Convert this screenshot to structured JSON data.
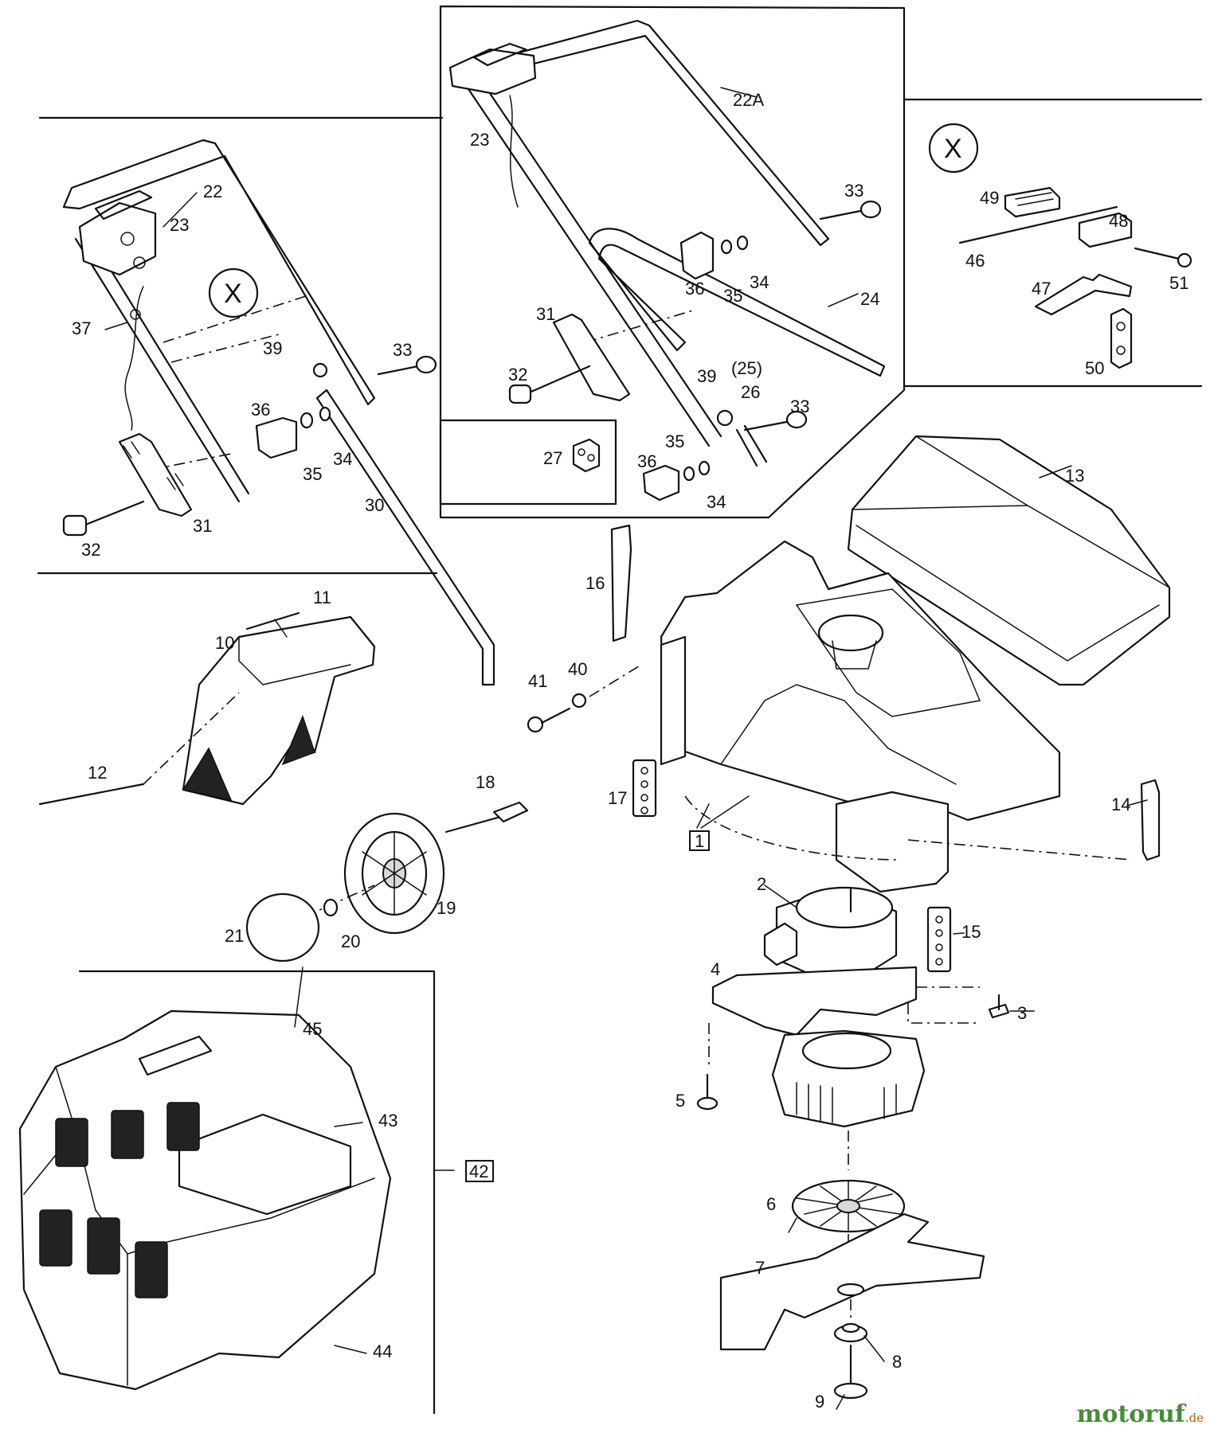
{
  "diagram": {
    "labels": {
      "p1": "1",
      "p2": "2",
      "p3": "3",
      "p4": "4",
      "p5": "5",
      "p6": "6",
      "p7": "7",
      "p8": "8",
      "p9": "9",
      "p10": "10",
      "p11": "11",
      "p12": "12",
      "p13": "13",
      "p14": "14",
      "p15": "15",
      "p16": "16",
      "p17": "17",
      "p18": "18",
      "p19": "19",
      "p20": "20",
      "p21": "21",
      "p22": "22",
      "p22a": "22A",
      "p23a": "23",
      "p23b": "23",
      "p24": "24",
      "p25": "(25)",
      "p26": "26",
      "p27": "27",
      "p30": "30",
      "p31a": "31",
      "p31b": "31",
      "p32a": "32",
      "p32b": "32",
      "p33a": "33",
      "p33b": "33",
      "p33c": "33",
      "p34a": "34",
      "p34b": "34",
      "p34c": "34",
      "p35a": "35",
      "p35b": "35",
      "p35c": "35",
      "p36a": "36",
      "p36b": "36",
      "p36c": "36",
      "p37": "37",
      "p39a": "39",
      "p39b": "39",
      "p40": "40",
      "p41": "41",
      "p42": "42",
      "p43": "43",
      "p44": "44",
      "p45": "45",
      "p46": "46",
      "p47": "47",
      "p48": "48",
      "p49": "49",
      "p50": "50",
      "p51": "51"
    },
    "variant_markers": {
      "left": "X",
      "right": "X"
    }
  },
  "watermark": {
    "main": "motoruf",
    "sub": ".de"
  }
}
